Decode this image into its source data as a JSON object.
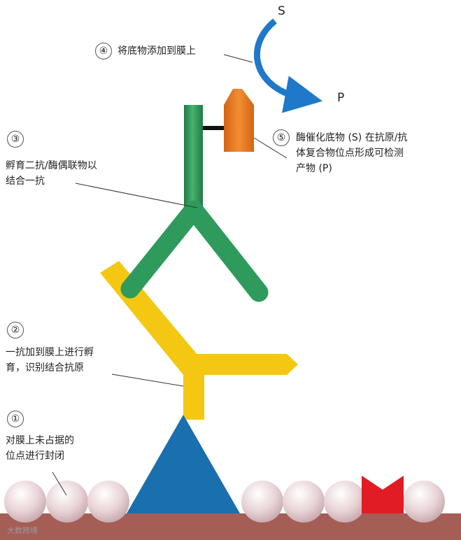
{
  "steps": [
    {
      "num": "①",
      "text": "对膜上未占据的\n位点进行封闭"
    },
    {
      "num": "②",
      "text": "一抗加到膜上进行孵\n育，识别结合抗原"
    },
    {
      "num": "③",
      "text": "孵育二抗/酶偶联物以\n结合一抗"
    },
    {
      "num": "④",
      "text": "将底物添加到膜上"
    },
    {
      "num": "⑤",
      "text": "酶催化底物 (S) 在抗原/抗\n体复合物位点形成可检测\n产物 (P)"
    }
  ],
  "substrate_label": "S",
  "product_label": "P",
  "watermark": "大数跨境",
  "colors": {
    "membrane": "#a45e55",
    "bead": "#e8d3d6",
    "antigen": "#1a6fae",
    "primary_antibody": "#f4c712",
    "secondary_antibody": "#2e9a5b",
    "enzyme": "#ec7a23",
    "arrow": "#1f78c9",
    "blocker": "#e11c24"
  }
}
